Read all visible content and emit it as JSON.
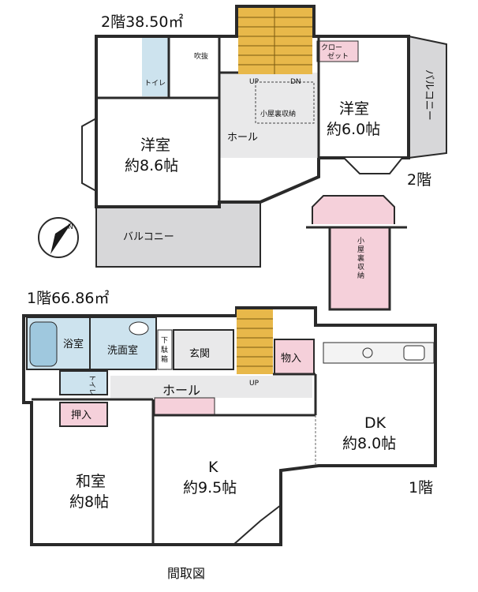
{
  "floor2": {
    "area_label": "2階38.50㎡",
    "floor_tag": "2階",
    "rooms": {
      "toilet": "トイレ",
      "fukinuke": "吹抜",
      "closet_line1": "クロー",
      "closet_line2": "ゼット",
      "up": "UP",
      "dn": "DN",
      "attic_storage": "小屋裏収納",
      "hall": "ホール",
      "western_left_name": "洋室",
      "western_left_size": "約8.6帖",
      "western_right_name": "洋室",
      "western_right_size": "約6.0帖",
      "balcony_right": "バルコニー",
      "balcony_bottom": "バルコニー"
    }
  },
  "attic": {
    "label": "小屋裏収納"
  },
  "compass": {
    "label": "N"
  },
  "floor1": {
    "area_label": "1階66.86㎡",
    "floor_tag": "1階",
    "rooms": {
      "bath": "浴室",
      "washroom": "洗面室",
      "shoe_line1": "下",
      "shoe_line2": "駄",
      "shoe_line3": "箱",
      "entrance": "玄関",
      "storage": "物入",
      "up": "UP",
      "toilet": "トイレ",
      "hall": "ホール",
      "oshiire": "押入",
      "dk_name": "DK",
      "dk_size": "約8.0帖",
      "k_name": "K",
      "k_size": "約9.5帖",
      "japanese_name": "和室",
      "japanese_size": "約8帖"
    }
  },
  "caption": "間取図",
  "colors": {
    "wall": "#2a2a2a",
    "floor_gray": "#e9e9ea",
    "balcony": "#d7d7d9",
    "stair": "#e8b84a",
    "water": "#cde3ee",
    "storage_pink": "#f5d0da"
  }
}
